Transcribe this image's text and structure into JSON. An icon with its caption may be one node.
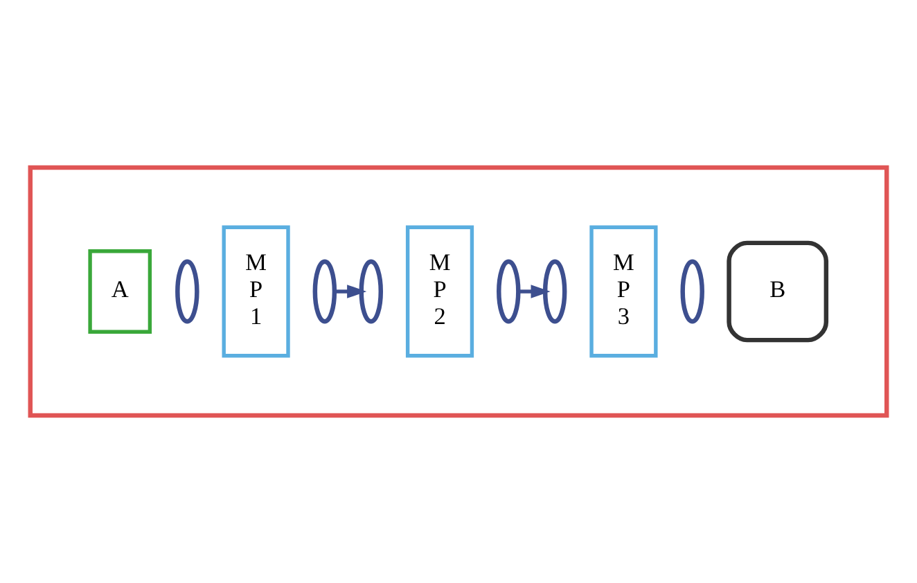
{
  "diagram": {
    "nodes": [
      {
        "text": [],
        "shape": "box"
      },
      {
        "text": [
          "A"
        ],
        "in": 0
      },
      {
        "text": [],
        "shape": "ellipse",
        "in": 0
      },
      {
        "text": [
          "M P 1"
        ],
        "in": 0
      },
      {
        "text": [],
        "shape": "ellipse",
        "in": 0
      },
      {
        "text": [],
        "shape": "ellipse",
        "in": 0
      },
      {
        "text": [
          "M P 2"
        ],
        "in": 0
      },
      {
        "text": [],
        "shape": "ellipse",
        "in": 0
      },
      {
        "text": [],
        "shape": "ellipse",
        "in": 0
      },
      {
        "text": [
          "M P 3"
        ],
        "in": 0
      },
      {
        "text": [],
        "shape": "ellipse",
        "in": 0
      },
      {
        "text": [
          "B"
        ],
        "in": 0
      }
    ],
    "edges": [
      {
        "from": 4,
        "to": 5,
        "arrow": "to"
      },
      {
        "from": 7,
        "to": 8,
        "arrow": "to"
      }
    ]
  }
}
